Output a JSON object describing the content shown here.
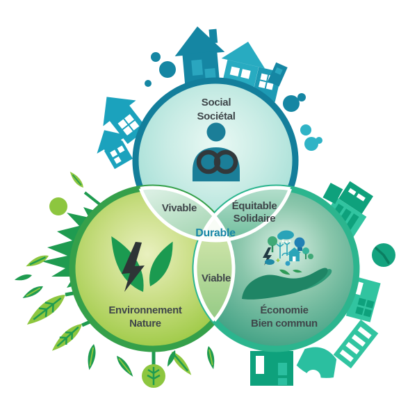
{
  "diagram": {
    "type": "venn-3-sustainable-development",
    "circles": [
      {
        "id": "social",
        "label_lines": [
          "Social",
          "Sociétal"
        ],
        "border_color": "#137e9b",
        "fill_color": "#bfe8e1",
        "icon": "person-with-rings"
      },
      {
        "id": "environment",
        "label_lines": [
          "Environnement",
          "Nature"
        ],
        "border_color": "#35a04a",
        "fill_color": "#aed163",
        "icon": "leaves-with-lightning"
      },
      {
        "id": "economy",
        "label_lines": [
          "Économie",
          "Bien commun"
        ],
        "border_color": "#2cb58e",
        "fill_color": "#5cb295",
        "icon": "hand-holding-ecosystem"
      }
    ],
    "intersections": [
      {
        "id": "social-environment",
        "label_lines": [
          "Vivable"
        ],
        "text_color": "#3f464a"
      },
      {
        "id": "social-economy",
        "label_lines": [
          "Équitable",
          "Solidaire"
        ],
        "text_color": "#3f464a"
      },
      {
        "id": "environment-economy",
        "label_lines": [
          "Viable"
        ],
        "text_color": "#3f464a"
      },
      {
        "id": "center",
        "label_lines": [
          "Durable"
        ],
        "text_color": "#1786a6"
      }
    ],
    "decorations": [
      "city-skyline-top",
      "leaves-left",
      "city-skyline-right"
    ]
  }
}
